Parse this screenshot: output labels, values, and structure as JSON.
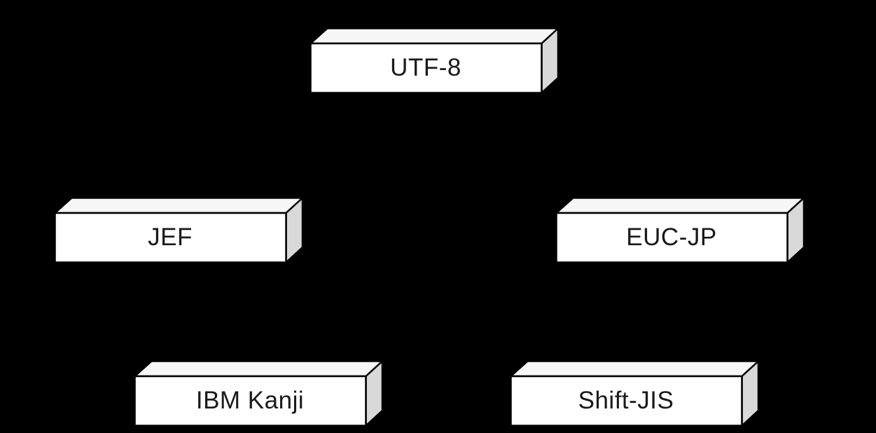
{
  "diagram": {
    "nodes": [
      {
        "label": "UTF-8"
      },
      {
        "label": "JEF"
      },
      {
        "label": "EUC-JP"
      },
      {
        "label": "IBM Kanji"
      },
      {
        "label": "Shift-JIS"
      }
    ],
    "style": {
      "background": "#000000",
      "front_fill": "#ffffff",
      "top_fill": "#f7f7f7",
      "side_fill": "#d9d9d9",
      "outline": "#000000",
      "text_color": "#1a1a1a"
    }
  }
}
